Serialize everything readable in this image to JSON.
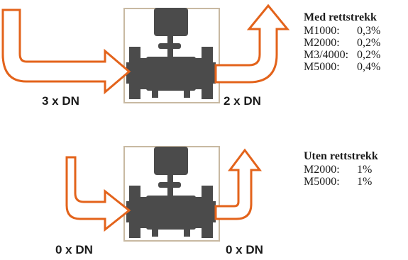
{
  "colors": {
    "arrow_stroke": "#e3631b",
    "arrow_fill": "#ffffff",
    "meter_body": "#4b4b4b",
    "frame": "#c8b9a2"
  },
  "icons": [
    "flow-meter-icon",
    "inlet-arrow-icon",
    "outlet-arrow-icon"
  ],
  "top_config": {
    "upstream_label": "3 x DN",
    "downstream_label": "2 x DN",
    "specs": {
      "title": "Med rettstrekk",
      "rows": [
        {
          "model": "M1000:",
          "value": "0,3%"
        },
        {
          "model": "M2000:",
          "value": "0,2%"
        },
        {
          "model": "M3/4000:",
          "value": "0,2%"
        },
        {
          "model": "M5000:",
          "value": "0,4%"
        }
      ]
    }
  },
  "bottom_config": {
    "upstream_label": "0 x DN",
    "downstream_label": "0 x DN",
    "specs": {
      "title": "Uten rettstrekk",
      "rows": [
        {
          "model": "M2000:",
          "value": "1%"
        },
        {
          "model": "M5000:",
          "value": "1%"
        }
      ]
    }
  }
}
